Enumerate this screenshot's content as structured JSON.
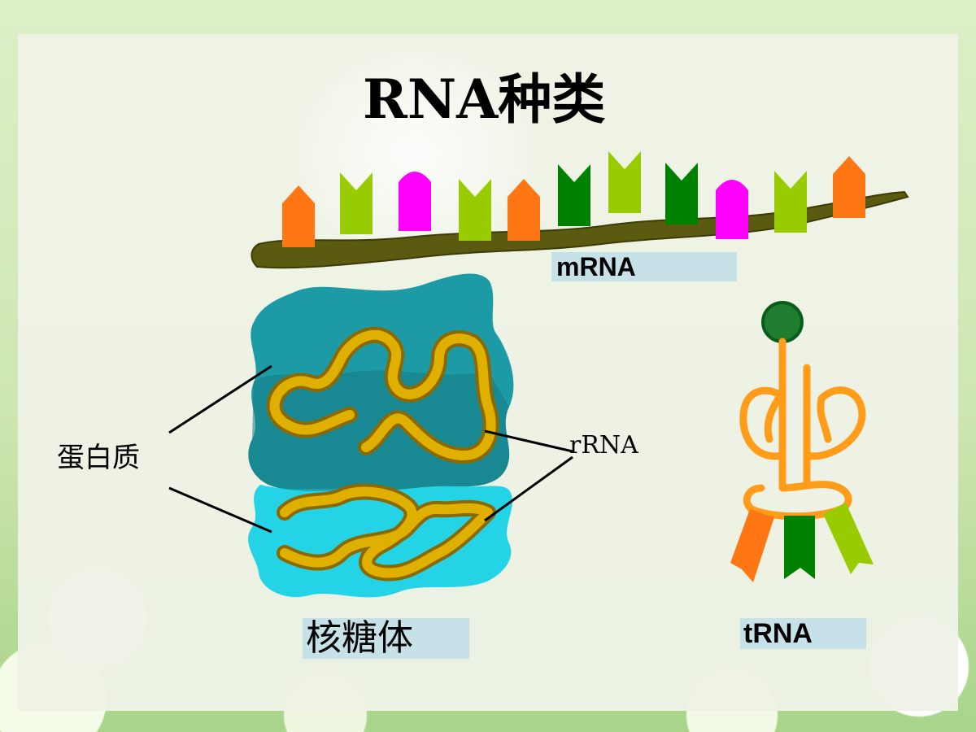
{
  "title": "RNA种类",
  "labels": {
    "mrna": "mRNA",
    "ribosome": "核糖体",
    "protein": "蛋白质",
    "rrna": "rRNA",
    "trna": "tRNA"
  },
  "colors": {
    "orange": "#ff7614",
    "light_green": "#99cc00",
    "dark_green": "#008000",
    "magenta": "#ff00ff",
    "backbone": "#5a5a10",
    "ribosome_top": "#1a8c96",
    "ribosome_bottom": "#20d8ec",
    "rrna_strand": "#d6a800",
    "trna_strand": "#ff9c1a",
    "label_box": "#c6e2e8"
  },
  "mrna_bases": [
    "orange",
    "light_green",
    "magenta",
    "light_green",
    "orange",
    "dark_green",
    "light_green",
    "dark_green",
    "magenta",
    "light_green",
    "orange"
  ]
}
